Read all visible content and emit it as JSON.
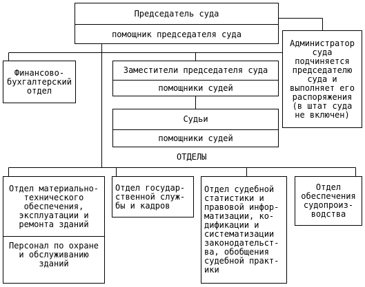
{
  "chairman": {
    "title": "Председатель суда",
    "assistant": "помощник председателя суда"
  },
  "finance_dept": "Финансово-\nбухгалтерский\nотдел",
  "deputies": {
    "title": "Заместители председателя суда",
    "assistants": "помощники судей"
  },
  "judges": {
    "title": "Судьи",
    "assistants": "помощники судей"
  },
  "administrator": "Администратор\nсуда\nподчиняется\nпредседателю\nсуда и\nвыполняет его\nраспоряжения\n(в штат суда\nне включен)",
  "departments_label": "ОТДЕЛЫ",
  "departments": {
    "material": "Отдел материально-\nтехнического\nобеспечения,\nэксплуатации и\nремонта зданий",
    "security_staff": "Персонал по охране\nи обслуживанию\nзданий",
    "civil_service": "Отдел государ-\nственной служ-\nбы и кадров",
    "statistics": "Отдел судебной\nстатистики и\nправовой инфор-\nматизации, ко-\nдификации и\nсистематизации\nзаконодательст-\nва, обобщения\nсудебной практ-\nики",
    "provision": "Отдел\nобеспечения\nсудопроиз-\nводства"
  }
}
